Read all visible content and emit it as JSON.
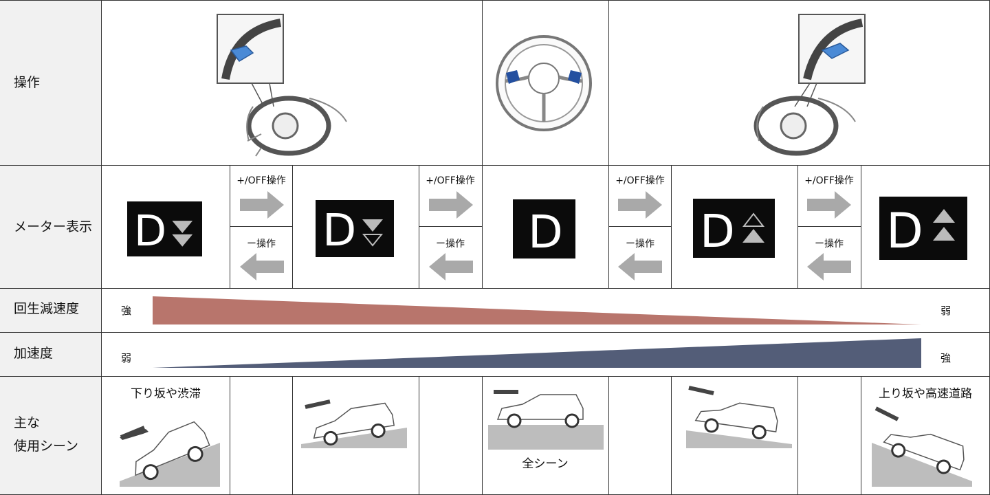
{
  "rows": {
    "operation": "操作",
    "meter": "メーター表示",
    "regen": "回生減速度",
    "accel": "加速度",
    "scene_line1": "主な",
    "scene_line2": "使用シーン"
  },
  "transitions": {
    "plus_off": "+/OFF操作",
    "minus": "ー操作"
  },
  "regen_scale": {
    "start": "強",
    "end": "弱",
    "color": "#b8756c"
  },
  "accel_scale": {
    "start": "弱",
    "end": "強",
    "color": "#535d78"
  },
  "scenes": {
    "downhill": "下り坂や渋滞",
    "all": "全シーン",
    "uphill": "上り坂や高速道路"
  },
  "meter_levels": [
    {
      "letter": "D",
      "indicator": "two-down-filled"
    },
    {
      "letter": "D",
      "indicator": "down-filled-outline"
    },
    {
      "letter": "D",
      "indicator": "none"
    },
    {
      "letter": "D",
      "indicator": "up-outline-filled"
    },
    {
      "letter": "D",
      "indicator": "two-up-filled"
    }
  ],
  "colors": {
    "arrow": "#a9a9a9",
    "header_bg": "#f1f1f1",
    "wheel_button": "#2450a0"
  }
}
